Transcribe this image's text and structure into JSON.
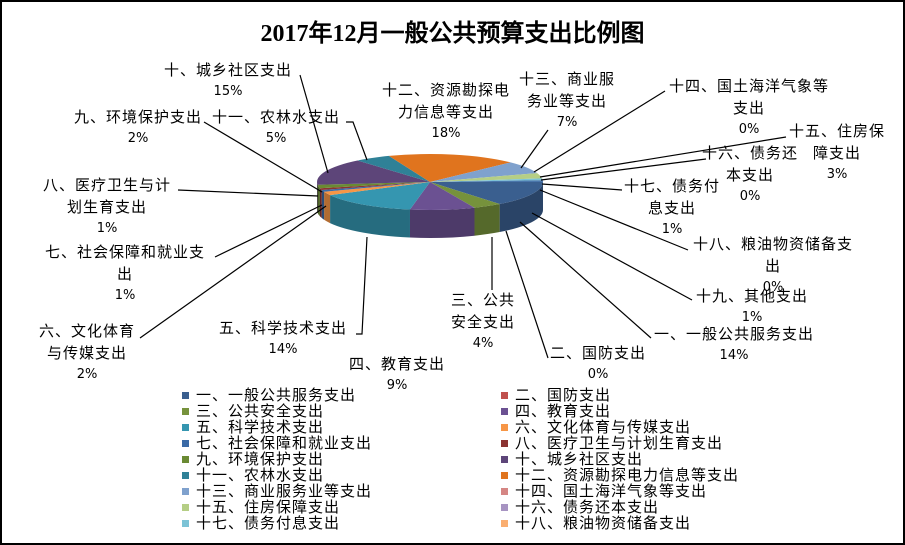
{
  "chart_data": {
    "type": "pie",
    "title": "2017年12月一般公共预算支出比例图",
    "categories": [
      "一、一般公共服务支出",
      "二、国防支出",
      "三、公共安全支出",
      "四、教育支出",
      "五、科学技术支出",
      "六、文化体育与传媒支出",
      "七、社会保障和就业支出",
      "八、医疗卫生与计划生育支出",
      "九、环境保护支出",
      "十、城乡社区支出",
      "十一、农林水支出",
      "十二、资源勘探电力信息等支出",
      "十三、商业服务业等支出",
      "十四、国土海洋气象等支出",
      "十五、住房保障支出",
      "十六、债务还本支出",
      "十七、债务付息支出",
      "十八、粮油物资储备支出",
      "十九、其他支出"
    ],
    "values": [
      14,
      0,
      4,
      9,
      14,
      2,
      1,
      1,
      2,
      15,
      5,
      18,
      7,
      0,
      3,
      0,
      1,
      0,
      1
    ],
    "unit": "%",
    "legend_position": "bottom",
    "colors": [
      "#3A5F8F",
      "#C0504D",
      "#76923C",
      "#6B5192",
      "#3596B0",
      "#F79646",
      "#3A6AA6",
      "#8B3331",
      "#6A8A33",
      "#5D4579",
      "#2F8197",
      "#E0741E",
      "#7FA1CD",
      "#D58684",
      "#B5CE85",
      "#A794C2",
      "#7CC3D6",
      "#FAAE70",
      "#4A76AB"
    ]
  }
}
